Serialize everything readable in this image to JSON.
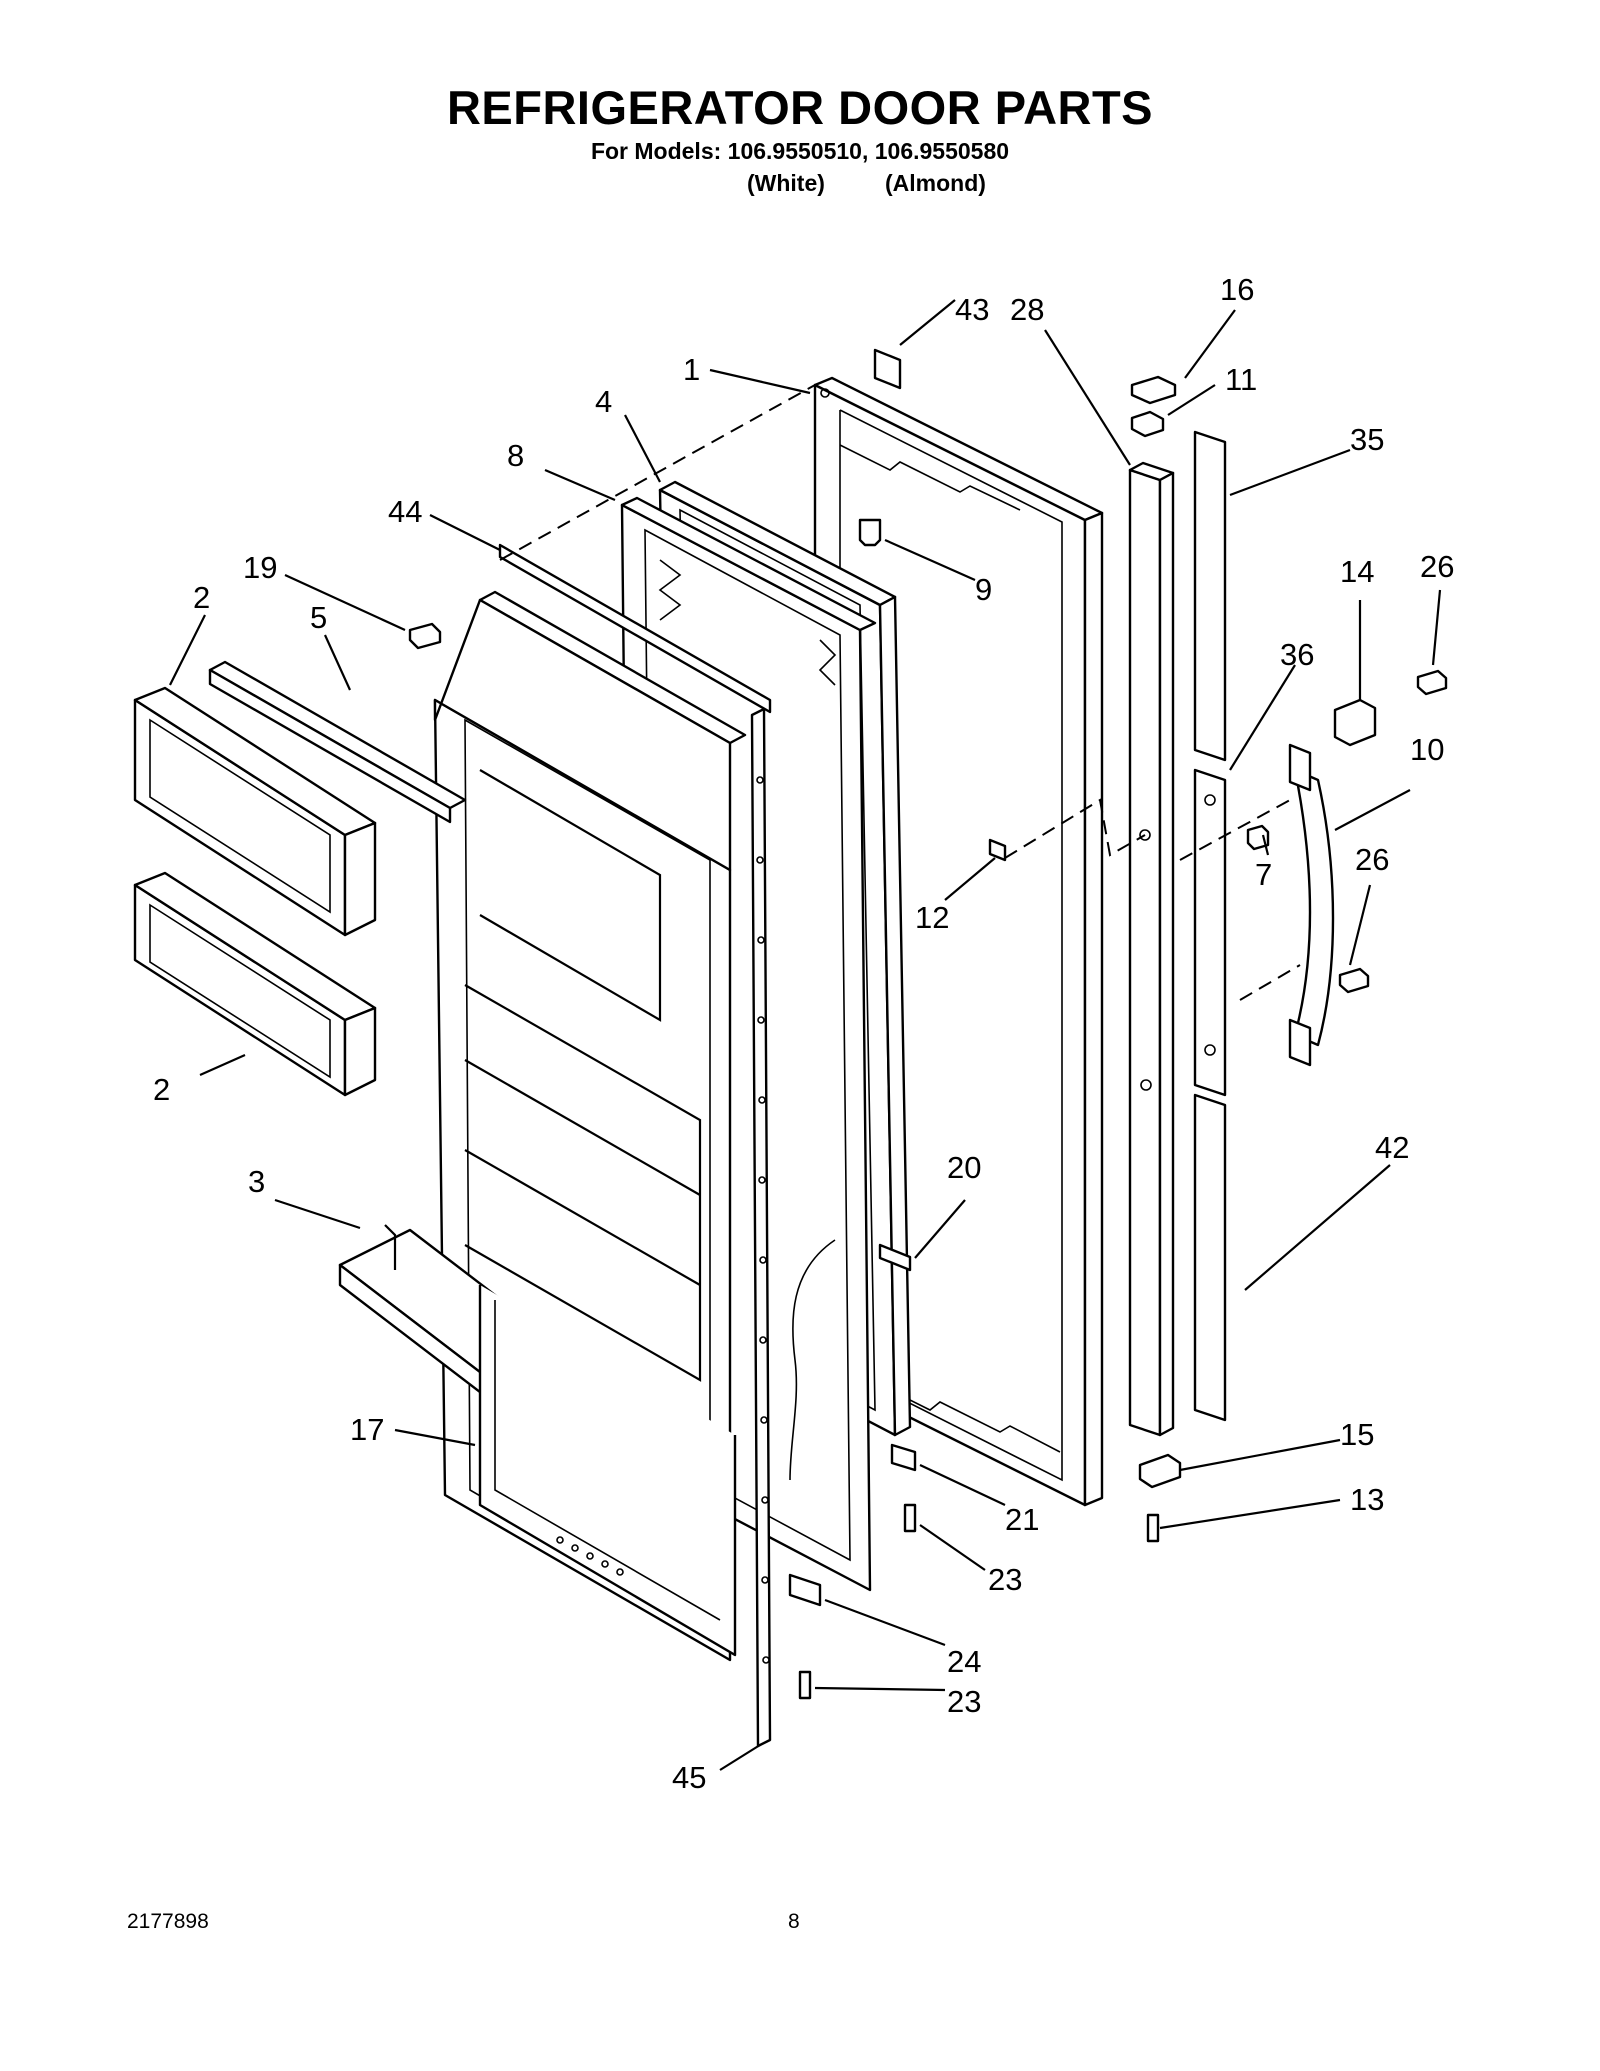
{
  "header": {
    "title": "REFRIGERATOR DOOR PARTS",
    "subtitle": "For Models: 106.9550510, 106.9550580",
    "variant_1": "(White)",
    "variant_2": "(Almond)"
  },
  "callouts": [
    "43",
    "28",
    "16",
    "1",
    "11",
    "35",
    "4",
    "8",
    "9",
    "44",
    "19",
    "14",
    "26",
    "2",
    "5",
    "36",
    "10",
    "7",
    "26",
    "12",
    "2",
    "42",
    "20",
    "3",
    "17",
    "15",
    "21",
    "13",
    "23",
    "24",
    "23",
    "45"
  ],
  "footer": {
    "doc_number": "2177898",
    "page_number": "8"
  }
}
